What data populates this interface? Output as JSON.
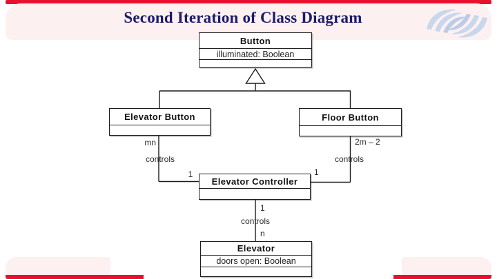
{
  "slide": {
    "title": "Second Iteration of Class Diagram",
    "accent_red": "#e8112d",
    "panel_pink": "#fdf0f1",
    "title_color": "#1b1b6b",
    "logo_color": "#c9d7ed"
  },
  "diagram": {
    "classes": [
      {
        "name": "Button",
        "attributes": [
          "illuminated: Boolean"
        ]
      },
      {
        "name": "Elevator Button",
        "attributes": []
      },
      {
        "name": "Floor Button",
        "attributes": []
      },
      {
        "name": "Elevator Controller",
        "attributes": []
      },
      {
        "name": "Elevator",
        "attributes": [
          "doors open: Boolean"
        ]
      }
    ],
    "labels": {
      "left_multiplicity_top": "mn",
      "left_role": "controls",
      "left_multiplicity_controller": "1",
      "right_multiplicity_top": "2m – 2",
      "right_role": "controls",
      "right_multiplicity_controller": "1",
      "bottom_multiplicity_controller": "1",
      "bottom_role": "controls",
      "bottom_multiplicity_elevator": "n"
    }
  }
}
